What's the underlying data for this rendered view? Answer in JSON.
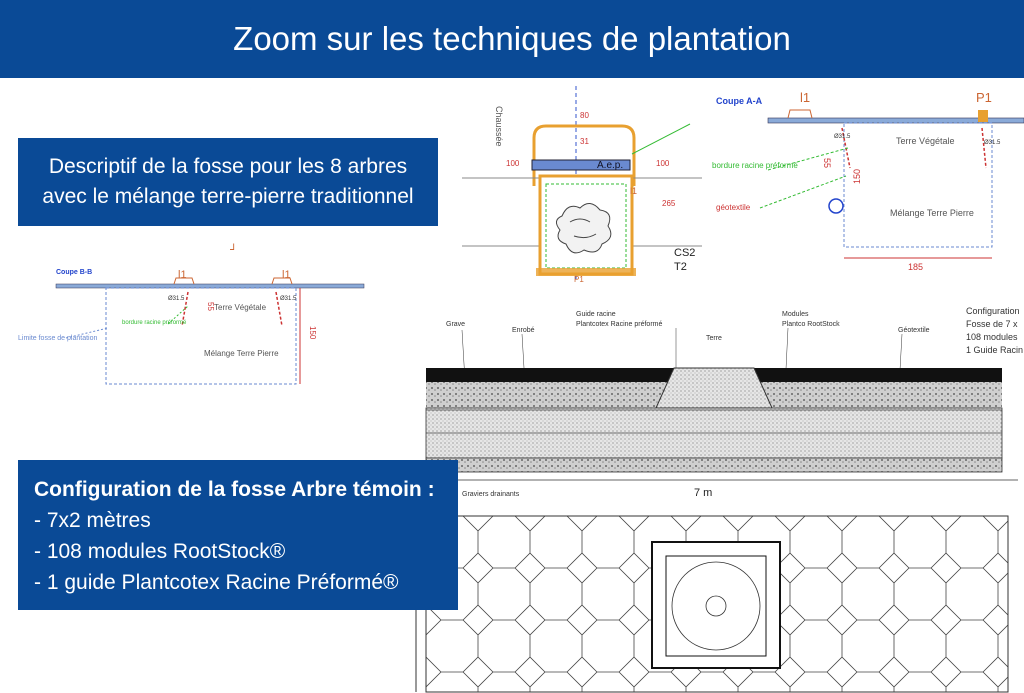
{
  "banner": {
    "title": "Zoom sur les techniques de plantation"
  },
  "desc_box": {
    "line1": "Descriptif de la fosse pour les 8 arbres",
    "line2": "avec le mélange terre-pierre traditionnel"
  },
  "config_box": {
    "title": "Configuration de la fosse Arbre témoin :",
    "items": [
      "- 7x2 mètres",
      "- 108 modules RootStock®",
      "- 1 guide Plantcotex Racine Préformé®"
    ]
  },
  "plan_top": {
    "chaussee": "Chaussée",
    "aep": "A.e.p.",
    "coupe": "Coupe A-A",
    "l1": "l1",
    "cs2": "CS2",
    "t2": "T2",
    "p1": "P1",
    "dims": [
      "100",
      "100",
      "80",
      "31",
      "265"
    ]
  },
  "section_aa": {
    "title": "Coupe A-A",
    "l1": "l1",
    "p1": "P1",
    "terre_vegetale": "Terre Végétale",
    "melange": "Mélange Terre Pierre",
    "bordure": "bordure racine préformé",
    "geotextile": "géotextile",
    "gaine": "Ø31.5",
    "gaine2": "Ø31.5",
    "d55": "55",
    "d150": "150",
    "d185": "185"
  },
  "section_bb": {
    "title": "Coupe B-B",
    "l1a": "l1",
    "l1b": "l1",
    "terre_vegetale": "Terre Végétale",
    "melange": "Mélange Terre Pierre",
    "bordure": "bordure racine préformé",
    "limite": "Limite fosse de plantation",
    "gaine": "Ø31.5",
    "gaine2": "Ø31.5",
    "d55": "55",
    "d150": "150"
  },
  "section_cross": {
    "grave": "Grave",
    "enrobe": "Enrobé",
    "guide": "Guide racine",
    "guide2": "Plantcotex Racine préformé",
    "terre": "Terre",
    "modules": "Modules",
    "modules2": "Plantco RootStock",
    "geotextile": "Géotextile",
    "config1": "Configuration",
    "config2": "Fosse de 7 x",
    "config3": "108 modules",
    "config4": "1 Guide Racin",
    "graviers": "Graviers drainants",
    "width": "7 m"
  }
}
